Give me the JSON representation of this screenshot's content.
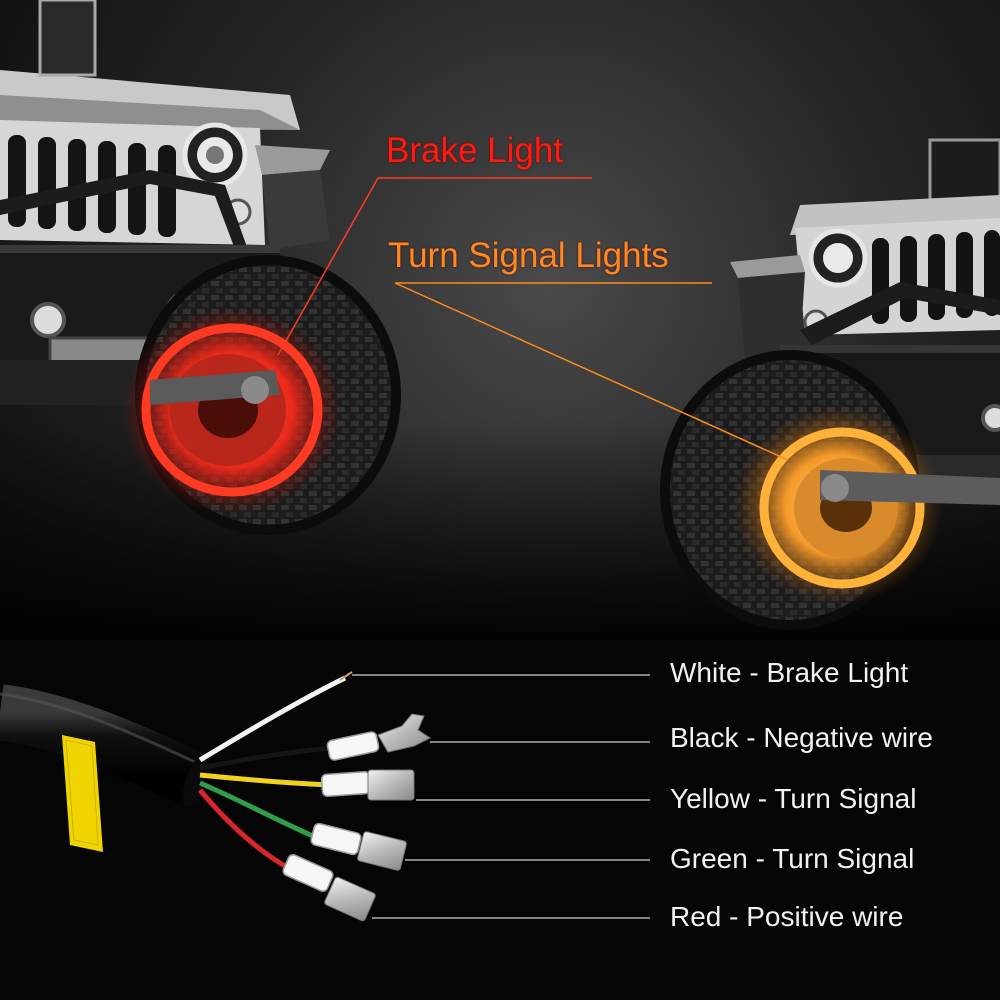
{
  "callouts": {
    "brake": "Brake Light",
    "turn": "Turn Signal Lights"
  },
  "wires": [
    {
      "label": "White - Brake Light",
      "color": "#f4f4f4"
    },
    {
      "label": "Black - Negative wire",
      "color": "#1a1a1a"
    },
    {
      "label": "Yellow - Turn Signal",
      "color": "#f2d21e"
    },
    {
      "label": "Green - Turn Signal",
      "color": "#2f9e4a"
    },
    {
      "label": "Red - Positive wire",
      "color": "#d9262a"
    }
  ],
  "colors": {
    "brake_glow": "#ff2a1a",
    "turn_glow": "#ffa12a",
    "callout_brake": "#ff1a12",
    "callout_turn": "#ff8a1c"
  }
}
